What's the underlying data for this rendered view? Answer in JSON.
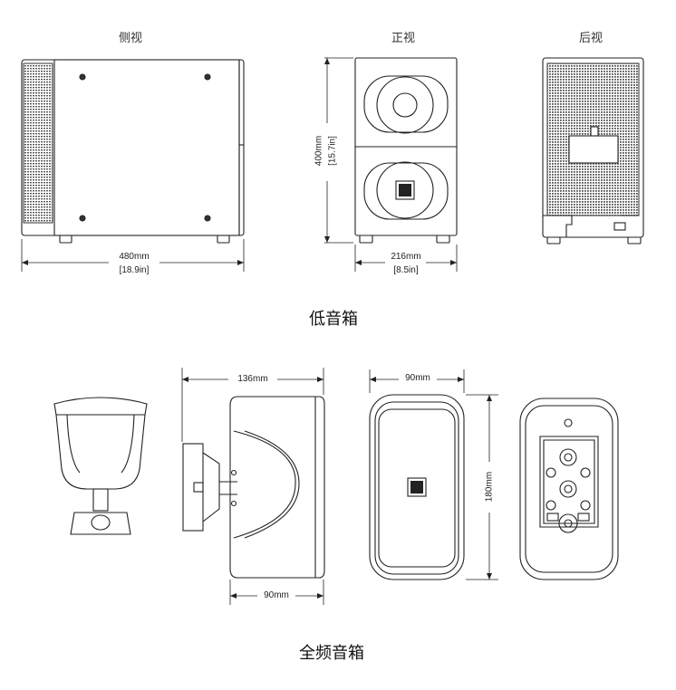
{
  "sub": {
    "views": [
      "侧视",
      "正视",
      "后视"
    ],
    "width_mm": "480mm",
    "width_in": "[18.9in]",
    "height_mm": "400mm",
    "height_in": "[15.7in]",
    "depth_mm": "216mm",
    "depth_in": "[8.5in]",
    "caption": "低音箱"
  },
  "full": {
    "mount_depth": "136mm",
    "depth": "90mm",
    "width": "90mm",
    "height": "180mm",
    "caption": "全频音箱"
  },
  "colors": {
    "line": "#222222",
    "grille": "#555555"
  }
}
